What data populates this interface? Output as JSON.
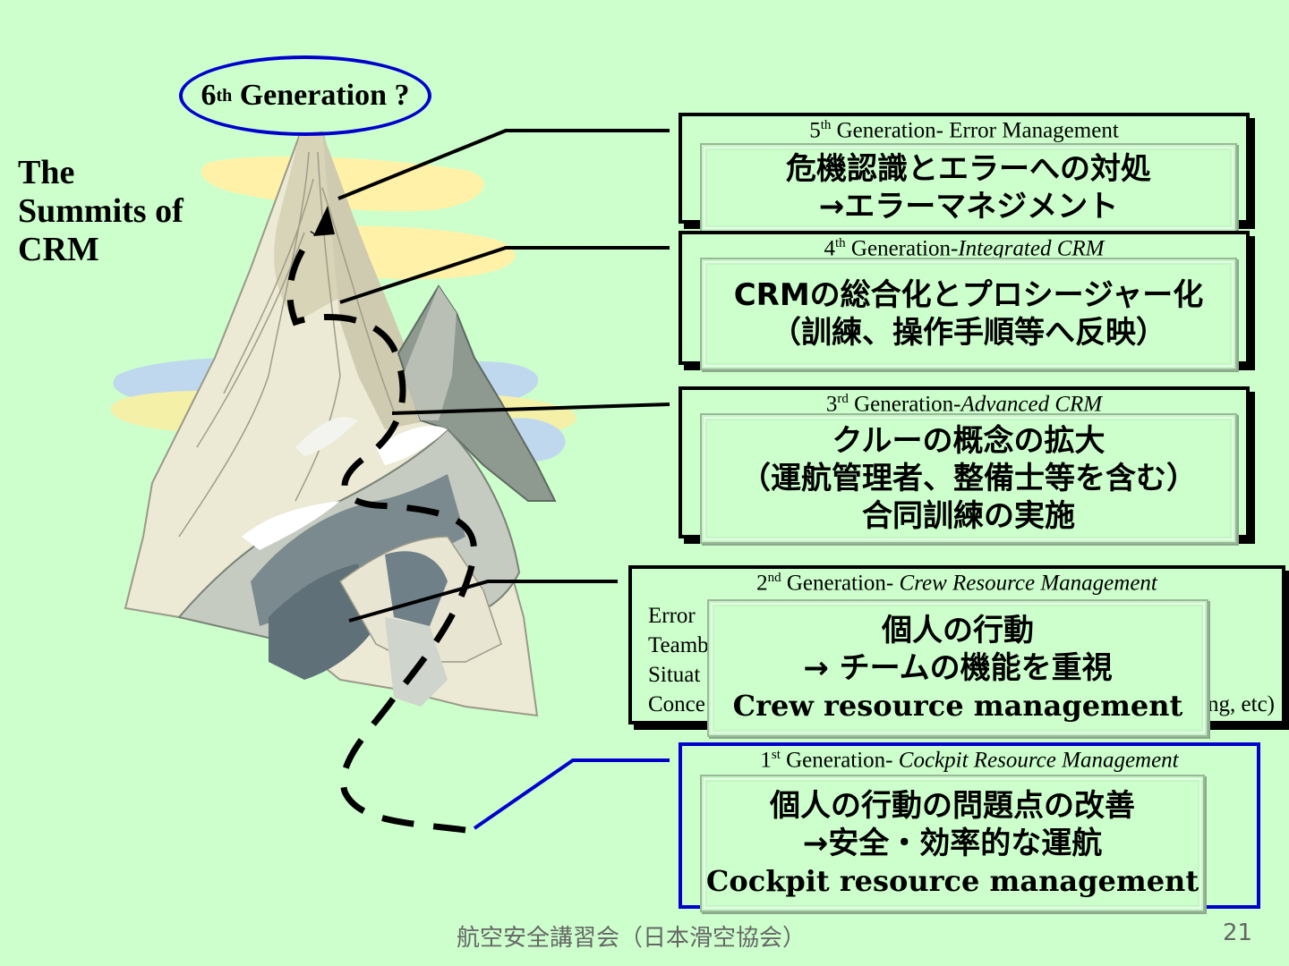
{
  "slide": {
    "title_lines": [
      "The",
      "Summits of",
      "CRM"
    ],
    "sixth_generation": {
      "ordinal": "6",
      "suffix": "th",
      "label": "Generation ?"
    },
    "generations": [
      {
        "ordinal": "5",
        "suffix": "th",
        "prefix": " Generation- ",
        "name": "Error Management",
        "italic": false,
        "japanese_lines": [
          "危機認識とエラーへの対処",
          "→エラーマネジメント"
        ]
      },
      {
        "ordinal": "4",
        "suffix": "th",
        "prefix": " Generation-",
        "name": "Integrated CRM",
        "italic": true,
        "japanese_lines": [
          "CRMの総合化とプロシージャー化",
          "（訓練、操作手順等へ反映）"
        ]
      },
      {
        "ordinal": "3",
        "suffix": "rd",
        "prefix": " Generation-",
        "name": "Advanced CRM",
        "italic": true,
        "japanese_lines": [
          "クルーの概念の拡大",
          "（運航管理者、整備士等を含む）",
          "合同訓練の実施"
        ]
      },
      {
        "ordinal": "2",
        "suffix": "nd",
        "prefix": " Generation- ",
        "name": "Crew Resource Management",
        "italic": true,
        "partial_lines_left": [
          "Error",
          "Teamb",
          "Situat",
          "Conce"
        ],
        "partial_line_right": "ng, etc)",
        "japanese_lines": [
          "個人の行動",
          "→ チームの機能を重視"
        ],
        "english_line": "Crew resource management"
      },
      {
        "ordinal": "1",
        "suffix": "st",
        "prefix": " Generation- ",
        "name": "Cockpit Resource Management",
        "italic": true,
        "japanese_lines": [
          "個人の行動の問題点の改善",
          "→安全・効率的な運航"
        ],
        "english_line": "Cockpit resource management"
      }
    ],
    "footer": "航空安全講習会（日本滑空協会）",
    "page_number": "21"
  },
  "colors": {
    "background": "#ccffcc",
    "accent_blue": "#0000cc",
    "footer_text": "#666666"
  }
}
